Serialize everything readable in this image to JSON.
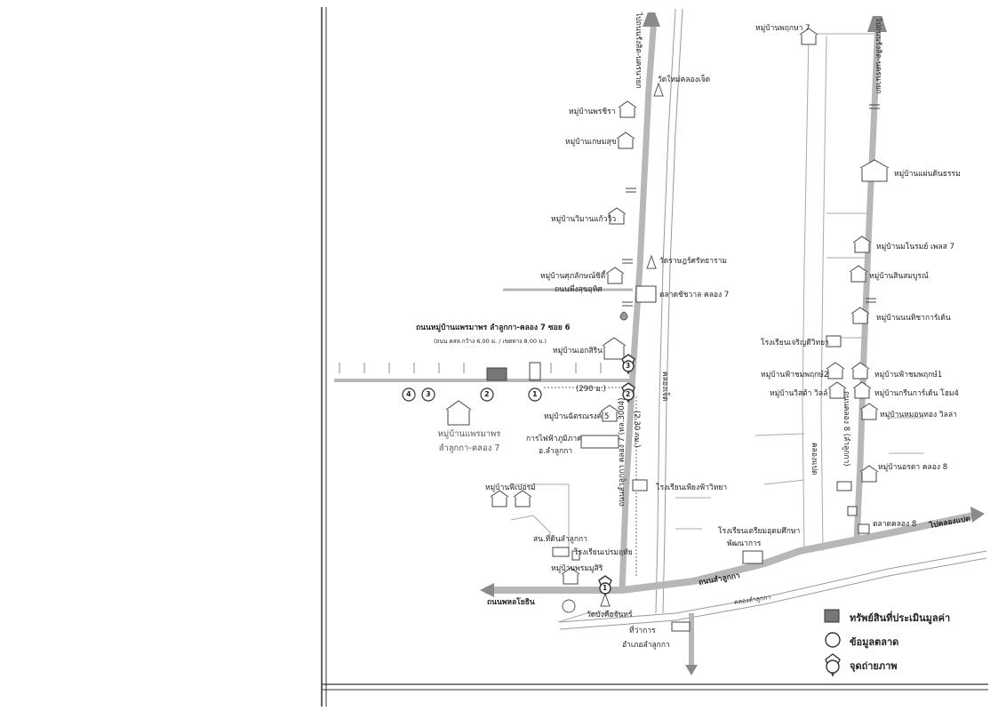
{
  "map": {
    "villages": {
      "v_prichira": "หมู่บ้านพรชิรา",
      "v_kasemsuk": "หมู่บ้านเกษมสุข",
      "v_wimarn": "หมู่บ้านวิมานแก้ววิว",
      "v_sukhalak": "หมู่บ้านศุภลักษณ์ซิตี้",
      "v_akesirin": "หมู่บ้านเอกสิริน",
      "v_chatchon": "หมู่บ้านฉัตรณรงค์ 5",
      "v_fipro": "หมู่บ้านฟีเปอรม์",
      "v_mansiri": "หมู่บ้านพรมมูสิริ",
      "v_prueksa7": "หมู่บ้านพฤกษา 7",
      "v_daenthongtham": "หมู่บ้านแผ่นดินธรรม",
      "v_manorom7": "หมู่บ้านมโนรมย์ เพลส 7",
      "v_sinsombun": "หมู่บ้านสินสมบูรณ์",
      "v_nanthipa": "หมู่บ้านนนทิชาการ์เด้น",
      "v_fhasom2": "หมู่บ้านฟ้าชมพฤกษ์2",
      "v_fhasom1": "หมู่บ้านฟ้าชมพฤกษ์1",
      "v_wisasi": "หมู่บ้านวิสต้า วิลล์",
      "v_greenlace": "หมู่บ้านกรีนการ์เด้น โฮม4",
      "v_hathong": "หมู่บ้านหมอนทอง วิลล่า",
      "v_oracha8": "หมู่บ้านอรดา คลอง 8",
      "v_subject_line1": "หมู่บ้านแพรมาพร",
      "v_subject_line2": "ลำลูกกา-คลอง 7"
    },
    "temples": {
      "t_khlong7": "วัดใหม่คลองเจ็ด",
      "t_rat": "วัดราษฎร์ศรัทธาราม",
      "t_bangkhueng": "วัดบังคือจันทร์"
    },
    "places": {
      "market_khlong7": "ตลาดชัชวาล คลอง 7",
      "pea_1": "การไฟฟ้าภูมิภาค",
      "pea_2": "อ.ลำลูกกา",
      "school_phueng": "โรงเรียนเพียงฟ้าวิทยา",
      "school_chaloem": "โรงเรียนเจริญดีวิทยา",
      "school_sangkhom1": "โรงเรียนเตรียมอุดมศึกษา",
      "school_sangkhom2": "พัฒนาการ",
      "police_1": "สน.ที่ดินลำลูกกา",
      "school_pramot": "โรงเรียนเปรมฤทัย",
      "market_khlong8": "ตลาดคลอง 8",
      "district_1": "ที่ว่าการ",
      "district_2": "อำเภอลำลูกกา"
    },
    "roads": {
      "top_dir_left": "ไปถนนรังสิต-นครนายก",
      "top_dir_right": "ไปถนนรังสิต-นครนายก",
      "phra_kasem": "ถนนพหลโยธิน",
      "lumlukka": "ถนนลำลูกกา",
      "to_khlong8": "ไปคลองแปด",
      "main_v_road": "ถนนลำลูกกา คลอง 7 (ทล.3004)",
      "right_v_road": "ถนนคลอง 8 (ลำลูกกา)",
      "soi_label": "ถนนหมู่บ้านแพรมาพร ลำลูกกา-คลอง 7 ซอย 6",
      "soi_spec": "(ถนน คสล.กว้าง 6.00 ม. / เขตทาง 8.00 ม.)",
      "subsoi": "ถนนพึ่งสุขอุทิศ",
      "dist_290": "(290 ม.)",
      "dist_230": "(2.30 กม.)",
      "khlong_lum": "คลองลำลูกกา",
      "canal_v1": "คลองเจ็ด",
      "canal_v2": "คลองแปด"
    },
    "markers": {
      "m1": "1",
      "m2": "2",
      "m3": "3",
      "m4": "4",
      "p1": "1",
      "p2": "2",
      "p3": "3"
    },
    "legend": {
      "subject": "ทรัพย์สินที่ประเมินมูลค่า",
      "market": "ข้อมูลตลาด",
      "photo": "จุดถ่ายภาพ"
    }
  }
}
